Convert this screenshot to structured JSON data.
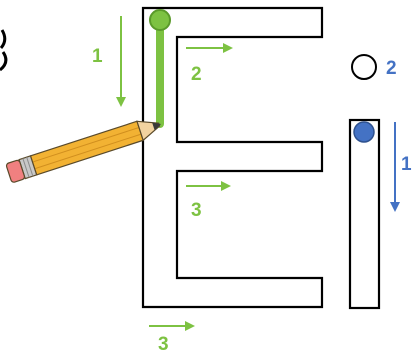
{
  "letter_e": {
    "strokes": [
      {
        "order": "1",
        "color": "#7dc242",
        "direction": "down"
      },
      {
        "order": "2",
        "color": "#7dc242",
        "direction": "right"
      },
      {
        "order": "3",
        "color": "#7dc242",
        "direction": "right"
      },
      {
        "order": "3",
        "color": "#7dc242",
        "direction": "right"
      }
    ],
    "trace_color": "#7dc242",
    "start_dot_color": "#7dc242"
  },
  "letter_i": {
    "strokes": [
      {
        "order": "1",
        "color": "#4472c4",
        "direction": "down"
      },
      {
        "order": "2",
        "color": "#4472c4",
        "direction": "dot"
      }
    ],
    "start_dot_color": "#4472c4"
  },
  "colors": {
    "outline": "#000000",
    "green": "#7dc242",
    "blue": "#4472c4",
    "pencil_body": "#f2b233",
    "pencil_eraser": "#f08080"
  },
  "icons": [
    "pencil-icon",
    "arrow-down-icon",
    "arrow-right-icon"
  ]
}
